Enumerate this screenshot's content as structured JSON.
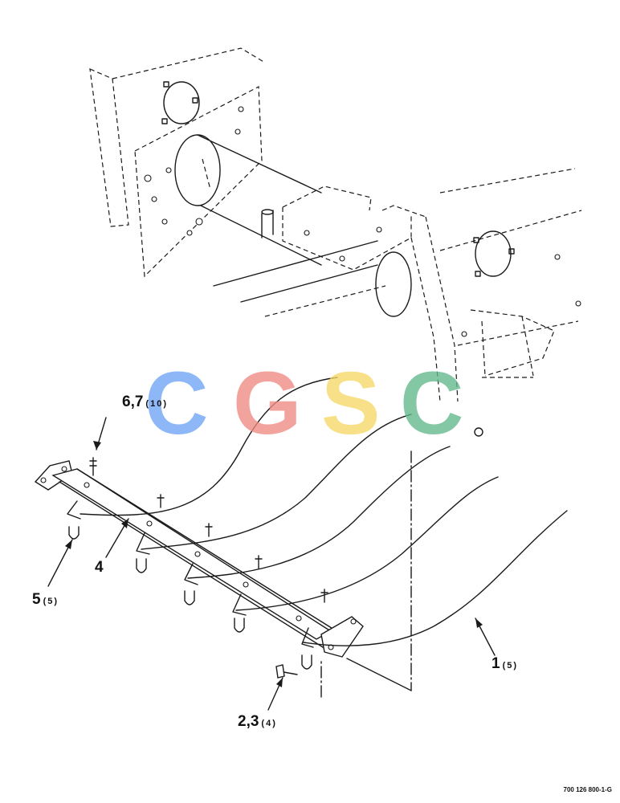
{
  "callouts": [
    {
      "id": "c67",
      "number": "6,7",
      "qty": "(10)"
    },
    {
      "id": "c4",
      "number": "4",
      "qty": ""
    },
    {
      "id": "c5",
      "number": "5",
      "qty": "(5)"
    },
    {
      "id": "c1",
      "number": "1",
      "qty": "(5)"
    },
    {
      "id": "c23",
      "number": "2,3",
      "qty": "(4)"
    }
  ],
  "drawing_number": "700 126 800-1-G",
  "watermark": {
    "letters": [
      "C",
      "G",
      "S",
      "C"
    ],
    "colors": [
      "#6fa3f7",
      "#f08a84",
      "#f7d867",
      "#62b88c"
    ]
  }
}
